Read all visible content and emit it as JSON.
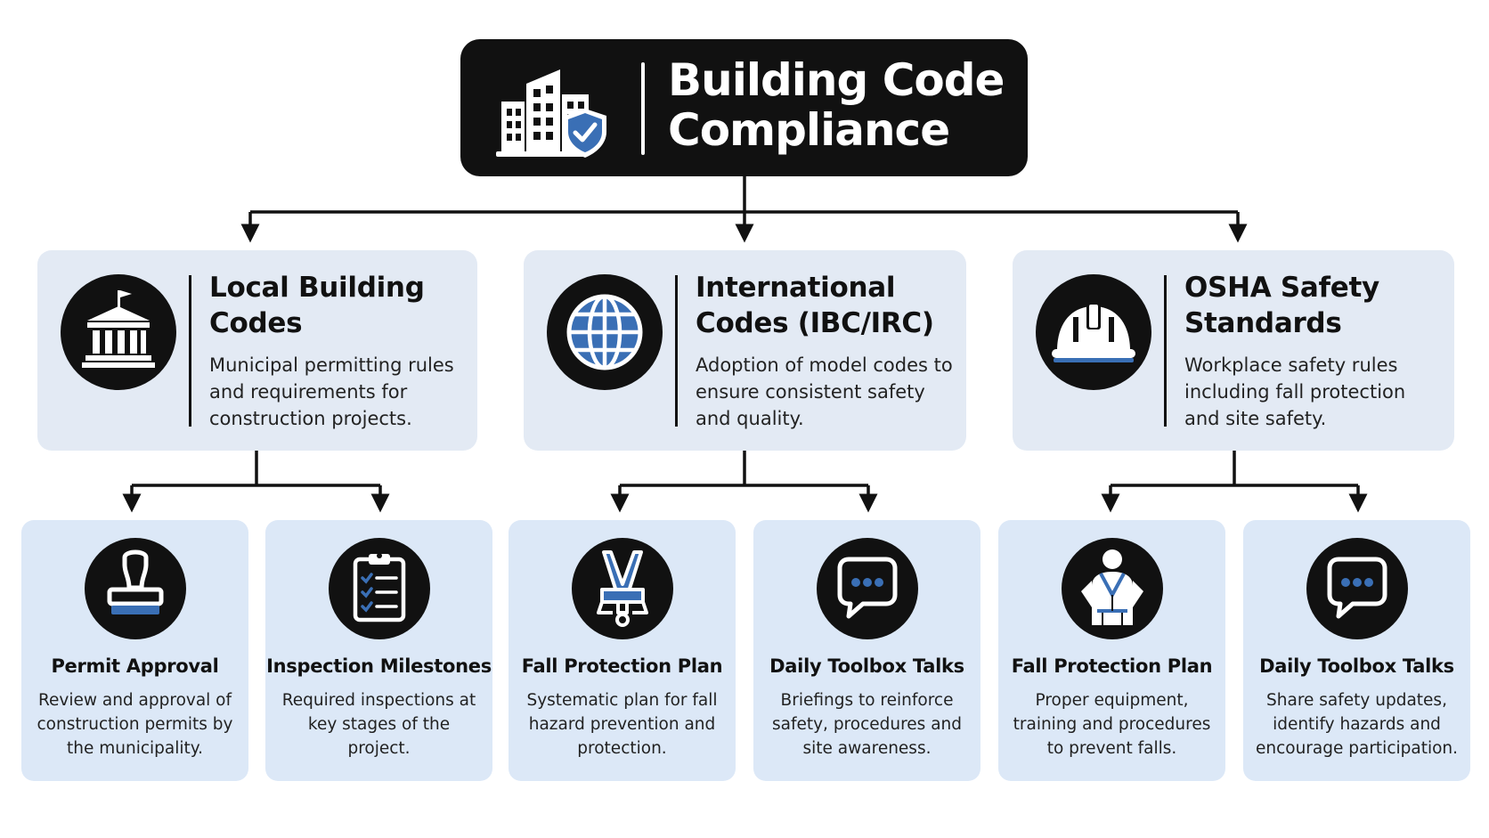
{
  "title": "Building Code Compliance",
  "colors": {
    "dark": "#111111",
    "accent_blue": "#3a6fb5",
    "category_bg": "#e3eaf4",
    "leaf_bg": "#dce8f7"
  },
  "categories": [
    {
      "title": "Local Building Codes",
      "description": "Municipal permitting rules and requirements for construction projects.",
      "icon": "government-building-icon"
    },
    {
      "title": "International Codes (IBC/IRC)",
      "description": "Adoption of model codes to ensure consistent safety and quality.",
      "icon": "globe-icon"
    },
    {
      "title": "OSHA Safety Standards",
      "description": "Workplace safety rules including fall protection and site safety.",
      "icon": "hard-hat-icon"
    }
  ],
  "leaves": [
    {
      "title": "Permit Approval",
      "description": "Review and approval of construction permits by the municipality.",
      "icon": "stamp-icon"
    },
    {
      "title": "Inspection Milestones",
      "description": "Required inspections at key stages of the project.",
      "icon": "clipboard-checklist-icon"
    },
    {
      "title": "Fall Protection Plan",
      "description": "Systematic plan for fall hazard prevention and protection.",
      "icon": "safety-harness-icon"
    },
    {
      "title": "Daily Toolbox Talks",
      "description": "Briefings to reinforce safety, procedures and site awareness.",
      "icon": "chat-bubble-icon"
    },
    {
      "title": "Fall Protection Plan",
      "description": "Proper equipment, training and procedures to prevent falls.",
      "icon": "worker-harness-icon"
    },
    {
      "title": "Daily Toolbox Talks",
      "description": "Share safety updates, identify hazards and encourage participation.",
      "icon": "chat-bubble-icon"
    }
  ]
}
